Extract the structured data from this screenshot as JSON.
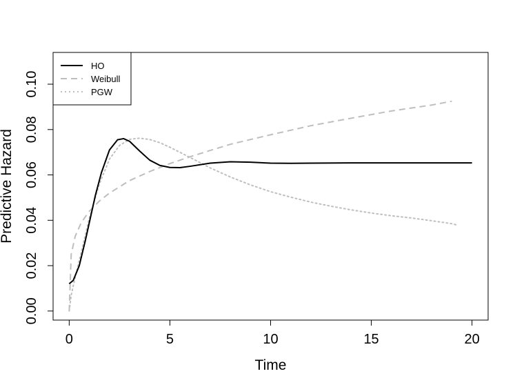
{
  "chart_data": {
    "type": "line",
    "title": "",
    "xlabel": "Time",
    "ylabel": "Predictive Hazard",
    "xlim": [
      -0.8,
      20.8
    ],
    "ylim": [
      -0.004,
      0.114
    ],
    "x_ticks": [
      0,
      5,
      10,
      15,
      20
    ],
    "x_tick_labels": [
      "0",
      "5",
      "10",
      "15",
      "20"
    ],
    "y_ticks": [
      0.0,
      0.02,
      0.04,
      0.06,
      0.08,
      0.1
    ],
    "y_tick_labels": [
      "0.00",
      "0.02",
      "0.04",
      "0.06",
      "0.08",
      "0.10"
    ],
    "grid": false,
    "legend_position": "top-left",
    "series": [
      {
        "name": "HO",
        "color": "#000000",
        "style": "solid",
        "x": [
          0,
          0.2,
          0.5,
          0.8,
          1.0,
          1.3,
          1.6,
          2.0,
          2.4,
          2.7,
          3.0,
          3.5,
          4.0,
          4.5,
          5.0,
          5.5,
          6.0,
          7.0,
          8.0,
          9.0,
          10.0,
          11.0,
          12.0,
          14.0,
          16.0,
          18.0,
          20.0
        ],
        "y": [
          0.012,
          0.0135,
          0.02,
          0.031,
          0.039,
          0.051,
          0.061,
          0.071,
          0.0755,
          0.076,
          0.0748,
          0.0705,
          0.0665,
          0.0642,
          0.0633,
          0.0632,
          0.0638,
          0.0652,
          0.0658,
          0.0656,
          0.0652,
          0.0651,
          0.0652,
          0.0653,
          0.0653,
          0.0653,
          0.0653
        ]
      },
      {
        "name": "Weibull",
        "color": "#bebebe",
        "style": "dashed",
        "x": [
          0,
          0.1,
          0.3,
          0.6,
          1.0,
          1.5,
          2.0,
          3.0,
          4.0,
          5.0,
          6.0,
          7.0,
          8.0,
          10.0,
          12.0,
          14.0,
          16.0,
          18.0,
          19.0
        ],
        "y": [
          0.0,
          0.025,
          0.033,
          0.039,
          0.044,
          0.0485,
          0.052,
          0.0575,
          0.0615,
          0.065,
          0.068,
          0.0708,
          0.0735,
          0.0777,
          0.0817,
          0.085,
          0.0882,
          0.0908,
          0.0925
        ]
      },
      {
        "name": "PGW",
        "color": "#bebebe",
        "style": "dotted",
        "x": [
          0,
          0.1,
          0.3,
          0.6,
          1.0,
          1.5,
          2.0,
          2.5,
          3.0,
          3.5,
          4.0,
          4.5,
          5.0,
          6.0,
          7.0,
          8.0,
          9.0,
          10.0,
          11.0,
          12.0,
          13.0,
          14.0,
          15.0,
          16.0,
          17.0,
          18.0,
          19.0,
          19.3
        ],
        "y": [
          0.0,
          0.007,
          0.015,
          0.026,
          0.041,
          0.056,
          0.067,
          0.073,
          0.0757,
          0.0762,
          0.0756,
          0.0742,
          0.0722,
          0.0677,
          0.0631,
          0.0591,
          0.0556,
          0.0526,
          0.0502,
          0.048,
          0.0462,
          0.0446,
          0.0432,
          0.042,
          0.041,
          0.0398,
          0.0385,
          0.0378
        ]
      }
    ]
  }
}
